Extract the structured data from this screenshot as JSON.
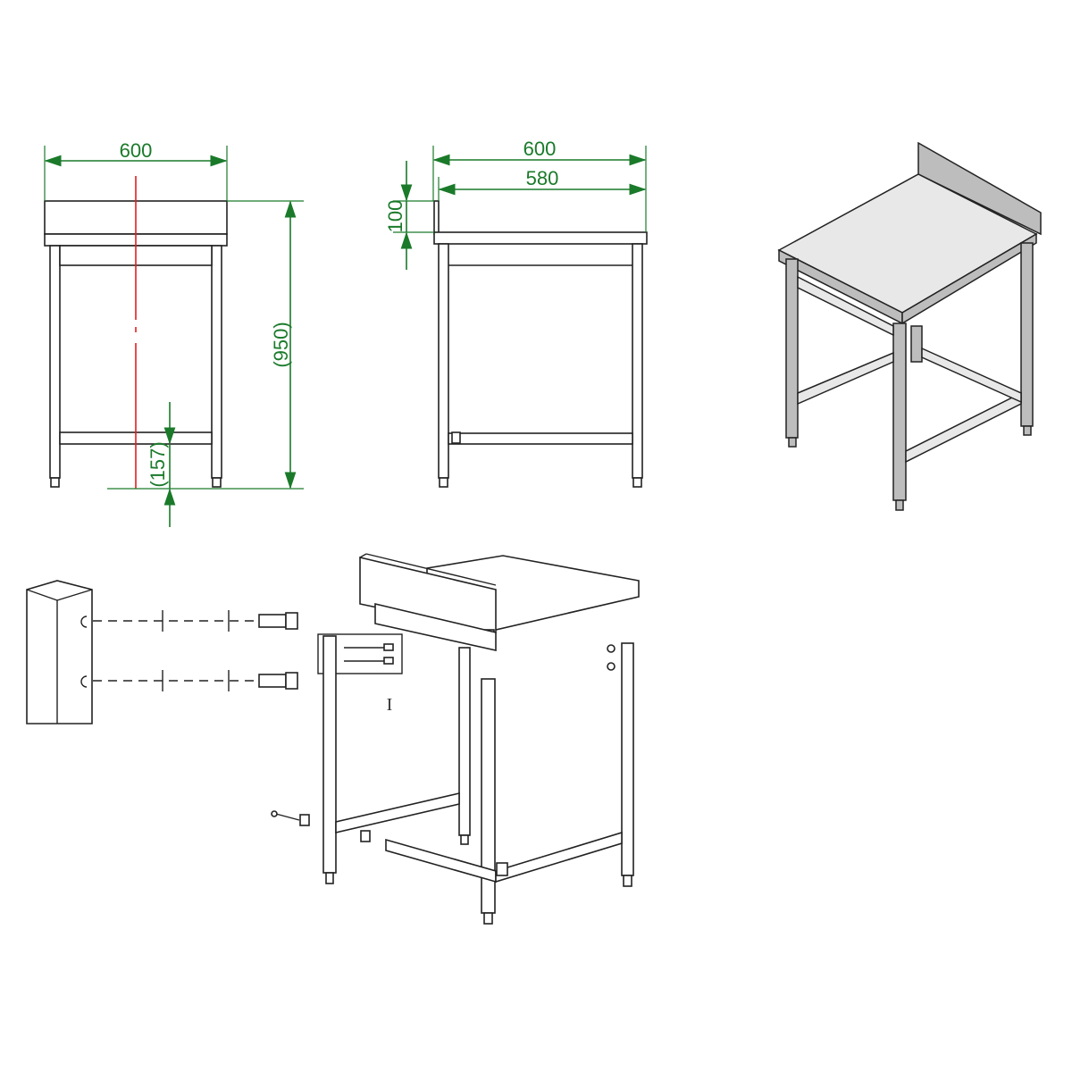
{
  "front_view": {
    "width_label": "600",
    "height_label": "(950)",
    "shelf_height_label": "(157)"
  },
  "side_view": {
    "width_label": "600",
    "inner_width_label": "580",
    "backsplash_label": "100"
  },
  "assembly": {
    "detail_label": "I"
  },
  "colors": {
    "dimension": "#1a7a2a",
    "centerline": "#e02020",
    "outline": "#222222"
  }
}
